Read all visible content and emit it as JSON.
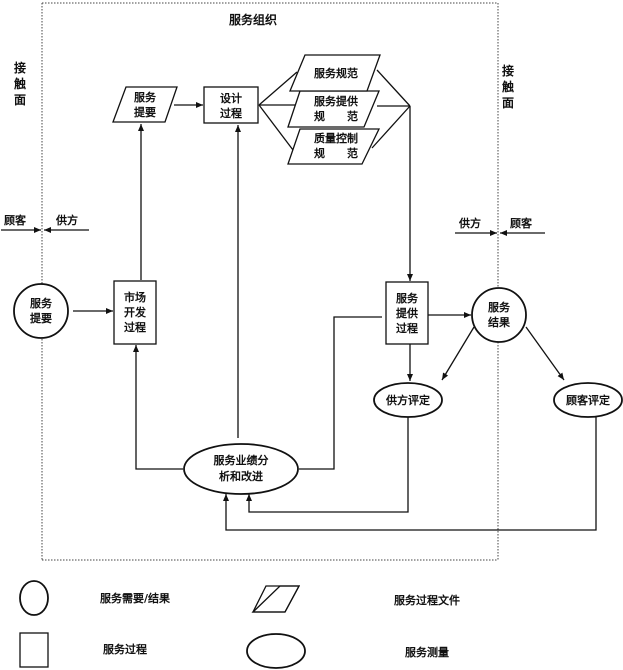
{
  "title": "服务组织",
  "interface": {
    "left_label": [
      "接",
      "触",
      "面"
    ],
    "right_label": [
      "接",
      "触",
      "面"
    ],
    "left_customer": "顾客",
    "left_supplier": "供方",
    "right_supplier": "供方",
    "right_customer": "顾客"
  },
  "nodes": {
    "service_brief_input": [
      "服务",
      "提要"
    ],
    "service_brief_doc": [
      "服务",
      "提要"
    ],
    "design_process": [
      "设计",
      "过程"
    ],
    "service_spec": [
      "服务规范"
    ],
    "service_delivery_spec": [
      "服务提供",
      "规　　范"
    ],
    "quality_control_spec": [
      "质量控制",
      "规　　范"
    ],
    "market_dev_process": [
      "市场",
      "开发",
      "过程"
    ],
    "service_delivery_process": [
      "服务",
      "提供",
      "过程"
    ],
    "service_result": [
      "服务",
      "结果"
    ],
    "supplier_assessment": [
      "供方评定"
    ],
    "customer_assessment": [
      "顾客评定"
    ],
    "performance_analysis": [
      "服务业绩分",
      "析和改进"
    ]
  },
  "legend": {
    "circle": "服务需要/结果",
    "parallelogram": "服务过程文件",
    "rectangle": "服务过程",
    "ellipse": "服务测量"
  },
  "edges": [
    {
      "from": "service_brief_input",
      "to": "market_dev_process"
    },
    {
      "from": "market_dev_process",
      "to": "service_brief_doc"
    },
    {
      "from": "service_brief_doc",
      "to": "design_process"
    },
    {
      "from": "design_process",
      "to": "service_spec"
    },
    {
      "from": "design_process",
      "to": "service_delivery_spec"
    },
    {
      "from": "design_process",
      "to": "quality_control_spec"
    },
    {
      "from": "service_spec",
      "to": "service_delivery_process"
    },
    {
      "from": "service_delivery_spec",
      "to": "service_delivery_process"
    },
    {
      "from": "quality_control_spec",
      "to": "service_delivery_process"
    },
    {
      "from": "service_delivery_process",
      "to": "service_result"
    },
    {
      "from": "service_delivery_process",
      "to": "supplier_assessment"
    },
    {
      "from": "service_result",
      "to": "supplier_assessment"
    },
    {
      "from": "service_result",
      "to": "customer_assessment"
    },
    {
      "from": "supplier_assessment",
      "to": "performance_analysis"
    },
    {
      "from": "customer_assessment",
      "to": "performance_analysis"
    },
    {
      "from": "performance_analysis",
      "to": "market_dev_process"
    },
    {
      "from": "performance_analysis",
      "to": "design_process"
    },
    {
      "from": "performance_analysis",
      "to": "service_delivery_process"
    }
  ]
}
